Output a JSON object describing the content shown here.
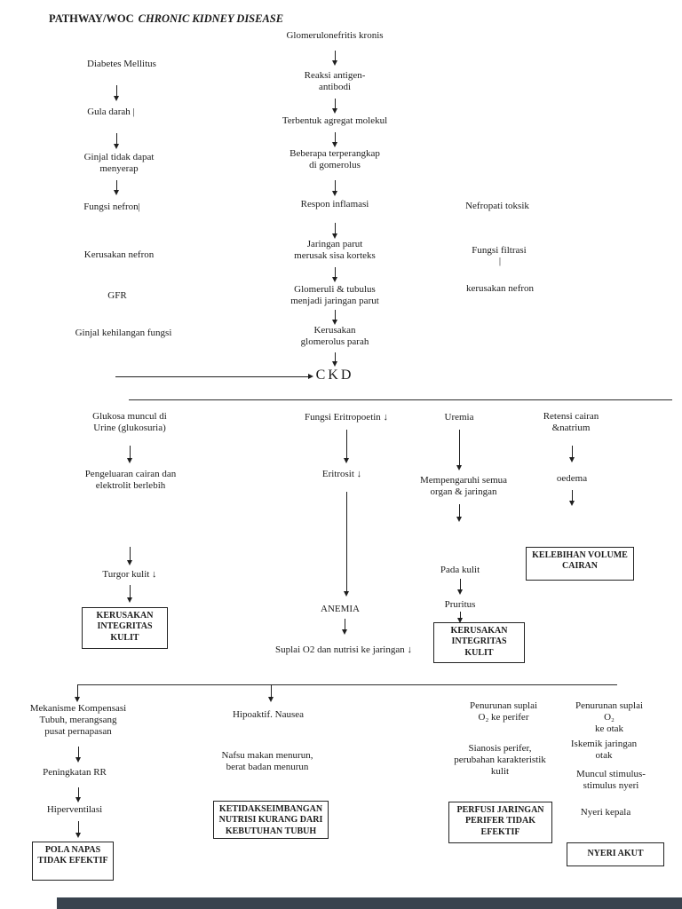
{
  "title": {
    "prefix": "PATHWAY/WOC",
    "name": "CHRONIC KIDNEY DISEASE"
  },
  "flow_dm": {
    "n1": "Diabetes Mellitus",
    "n2": "Gula darah |",
    "n3": "Ginjal tidak dapat\nmenyerap",
    "n4": "Fungsi nefron|",
    "n5": "Kerusakan nefron",
    "n6": "GFR",
    "n7": "Ginjal kehilangan fungsi"
  },
  "flow_glomerulo": {
    "n1": "Glomerulonefritis kronis",
    "n2": "Reaksi antigen-\nantibodi",
    "n3": "Terbentuk agregat molekul",
    "n4": "Beberapa terperangkap\ndi gomerolus",
    "n5": "Respon inflamasi",
    "n6": "Jaringan parut\nmerusak sisa korteks",
    "n7": "Glomeruli & tubulus\nmenjadi jaringan parut",
    "n8": "Kerusakan\nglomerolus parah",
    "ckd": "CKD"
  },
  "flow_nefropati": {
    "n1": "Nefropati toksik",
    "n2": "Fungsi filtrasi",
    "n2_drop": "|",
    "n3": "kerusakan nefron"
  },
  "branch_glukosa": {
    "n1": "Glukosa muncul di\nUrine (glukosuria)",
    "n2": "Pengeluaran cairan dan\nelektrolit berlebih",
    "n3": "Turgor kulit ↓",
    "box": "KERUSAKAN\nINTEGRITAS\nKULIT"
  },
  "branch_eritropoetin": {
    "n1": "Fungsi Eritropoetin ↓",
    "n2": "Eritrosit ↓",
    "n3": "ANEMIA",
    "n4": "Suplai O2 dan nutrisi ke jaringan ↓"
  },
  "branch_uremia": {
    "n1": "Uremia",
    "n2": "Mempengaruhi semua\norgan & jaringan",
    "n3": "Pada kulit",
    "n4": "Pruritus",
    "box": "KERUSAKAN\nINTEGRITAS\nKULIT"
  },
  "branch_retensi": {
    "n1": "Retensi cairan\n&natrium",
    "n2": "oedema",
    "box": "KELEBIHAN VOLUME\nCAIRAN"
  },
  "branch_napas": {
    "n1": "Mekanisme Kompensasi\nTubuh, merangsang\npusat pernapasan",
    "n2": "Peningkatan RR",
    "n3": "Hiperventilasi",
    "box": "POLA NAPAS\nTIDAK EFEKTIF"
  },
  "branch_nutrisi": {
    "n1": "Hipoaktif. Nausea",
    "n2": "Nafsu makan menurun,\nberat badan menurun",
    "box": "KETIDAKSEIMBANGAN\nNUTRISI KURANG DARI\nKEBUTUHAN TUBUH"
  },
  "branch_perfusi": {
    "n1": "Penurunan suplai\nO₂ ke perifer",
    "n2": "Sianosis perifer,\nperubahan karakteristik\nkulit",
    "box": "PERFUSI JARINGAN\nPERIFER TIDAK\nEFEKTIF"
  },
  "branch_nyeri": {
    "n1": "Penurunan suplai O₂\nke otak",
    "n2": "Iskemik jaringan otak",
    "n3": "Muncul stimulus-\nstimulus nyeri",
    "n4": "Nyeri kepala",
    "box": "NYERI AKUT"
  },
  "colors": {
    "ink": "#1b1b1b",
    "scrollbar": "#39434e"
  }
}
